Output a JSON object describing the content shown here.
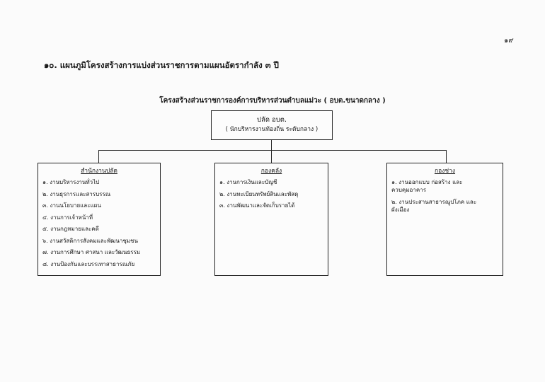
{
  "page_number": "๑๙",
  "section_heading": "๑๐. แผนภูมิโครงสร้างการแบ่งส่วนราชการตามแผนอัตรากำลัง ๓ ปี",
  "chart_title": "โครงสร้างส่วนราชการองค์การบริหารส่วนตำบลแม่วะ ( อบต.ขนาดกลาง )",
  "top_box": {
    "title": "ปลัด อบต.",
    "subtitle": "( นักบริหารงานท้องถิ่น ระดับกลาง )"
  },
  "departments": [
    {
      "title": "สำนักงานปลัด",
      "items": [
        "๑. งานบริหารงานทั่วไป",
        "๒. งานธุรการและสารบรรณ",
        "๓. งานนโยบายและแผน",
        "๔. งานการเจ้าหน้าที่",
        "๕. งานกฎหมายและคดี",
        "๖. งานสวัสดิการสังคมและพัฒนาชุมชน",
        "๗. งานการศึกษา ศาสนา และวัฒนธรรม",
        "๘. งานป้องกันและบรรเทาสาธารณภัย"
      ]
    },
    {
      "title": "กองคลัง",
      "items": [
        "๑. งานการเงินและบัญชี",
        "๒. งานทะเบียนทรัพย์สินและพัสดุ",
        "๓. งานพัฒนาและจัดเก็บรายได้"
      ]
    },
    {
      "title": "กองช่าง",
      "items": [
        "๑. งานออกแบบ ก่อสร้าง และ\nควบคุมอาคาร",
        "๒. งานประสานสาธารณูปโภค และ\nผังเมือง"
      ]
    }
  ]
}
